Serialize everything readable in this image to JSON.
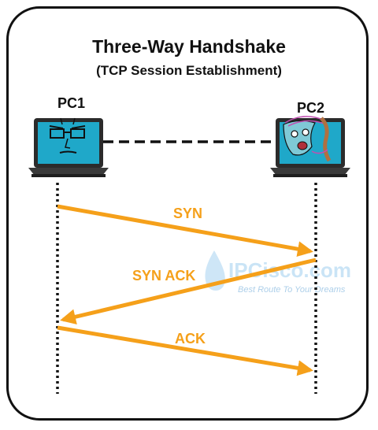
{
  "title": "Three-Way Handshake",
  "subtitle": "(TCP Session Establishment)",
  "hosts": {
    "left": "PC1",
    "right": "PC2"
  },
  "messages": [
    {
      "label": "SYN",
      "from": "PC1",
      "to": "PC2"
    },
    {
      "label": "SYN ACK",
      "from": "PC2",
      "to": "PC1"
    },
    {
      "label": "ACK",
      "from": "PC1",
      "to": "PC2"
    }
  ],
  "watermark": {
    "brand": "IPCisco.com",
    "tagline": "Best Route To Your Dreams"
  },
  "colors": {
    "arrow": "#f5a01a",
    "screen": "#1fa8c9",
    "laptop": "#2b2b2b",
    "border": "#111111"
  },
  "icons": {
    "left_host": "laptop-icon",
    "right_host": "laptop-icon"
  }
}
